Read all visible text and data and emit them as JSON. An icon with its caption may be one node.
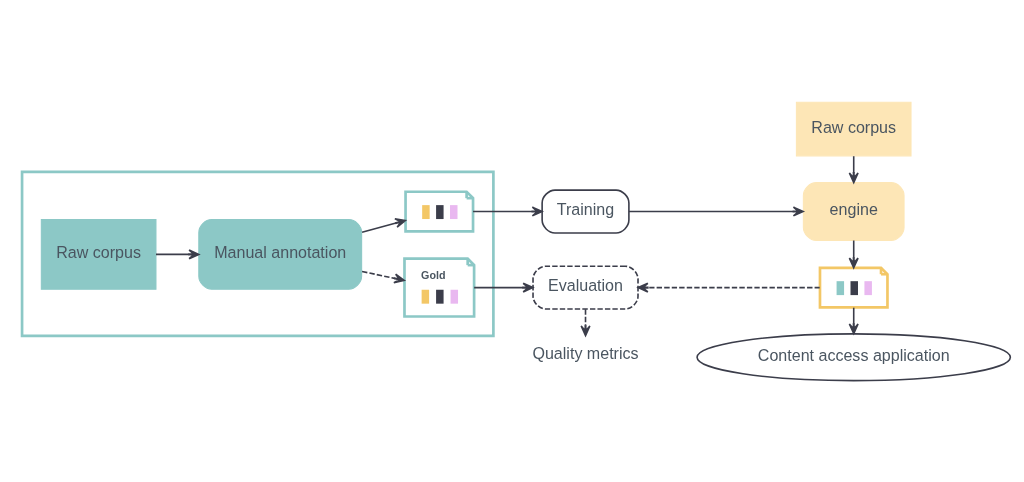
{
  "diagram": {
    "nodes": [
      {
        "text": [],
        "shape": "box"
      },
      {
        "text": [
          "Raw corpus"
        ],
        "in": 0
      },
      {
        "text": [
          "Manual annotation"
        ],
        "in": 0
      },
      {
        "text": [],
        "shape": "document",
        "in": 0
      },
      {
        "text": [
          "Gold"
        ],
        "in": 0
      },
      {
        "text": [
          "Training"
        ]
      },
      {
        "text": [
          "Evaluation"
        ]
      },
      {
        "text": [
          "Quality metrics"
        ]
      },
      {
        "text": [
          "Raw corpus"
        ]
      },
      {
        "text": [
          "engine"
        ]
      },
      {
        "text": [],
        "shape": "document"
      },
      {
        "text": [
          "Content access application"
        ]
      }
    ],
    "edges": [
      {
        "from": 1,
        "to": 2,
        "arrow": "to"
      },
      {
        "from": 2,
        "to": 3,
        "arrow": "to"
      },
      {
        "from": 2,
        "to": 4,
        "arrow": "to",
        "style": "dashed"
      },
      {
        "from": 3,
        "to": 5,
        "arrow": "to"
      },
      {
        "from": 4,
        "to": 6,
        "arrow": "to"
      },
      {
        "from": 5,
        "to": 9,
        "arrow": "to"
      },
      {
        "from": 8,
        "to": 9,
        "arrow": "to"
      },
      {
        "from": 9,
        "to": 10,
        "arrow": "to"
      },
      {
        "from": 10,
        "to": 6,
        "arrow": "to",
        "style": "dashed"
      },
      {
        "from": 10,
        "to": 11,
        "arrow": "to"
      },
      {
        "from": 6,
        "to": 7,
        "arrow": "to",
        "style": "dashed"
      }
    ]
  }
}
